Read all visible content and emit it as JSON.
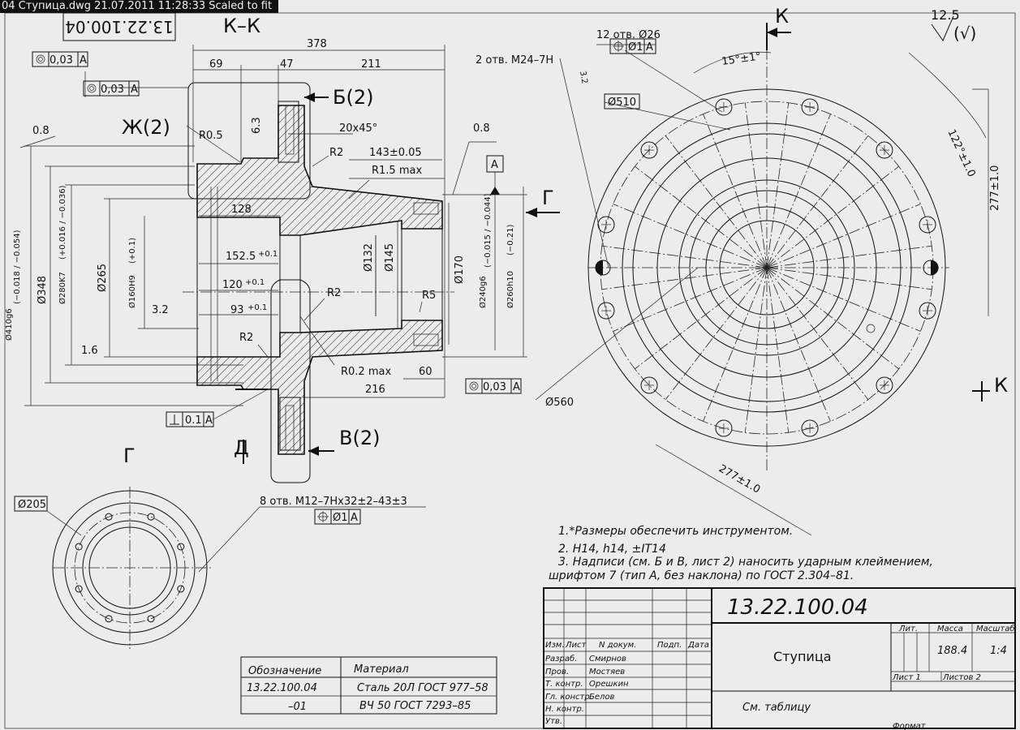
{
  "header": {
    "file_label": "04 Ступица.dwg  21.07.2011 11:28:33  Scaled to fit"
  },
  "stamp_top_left": "13.22.100.04",
  "section": {
    "kk": "К–К",
    "b": "Б(2)",
    "zh": "Ж(2)",
    "v": "В(2)",
    "d": "Д",
    "g": "Г",
    "g_arrow": "Г",
    "k_top": "К",
    "k_bottom": "К"
  },
  "roughness": {
    "main": "12.5",
    "paren": "(√)"
  },
  "tolerance_frames": {
    "f1_value": "0,03",
    "f1_datum": "А",
    "f2_value": "0,03",
    "f2_datum": "А",
    "f3_value": "0,03",
    "f3_datum": "А",
    "f4_value": "0.1",
    "f4_datum": "А",
    "holes12_value": "Ø1",
    "holes12_datum": "А",
    "holes8_value": "Ø1",
    "holes8_datum": "А"
  },
  "datum_a": "А",
  "dims": {
    "d378": "378",
    "d69": "69",
    "d47": "47",
    "d211": "211",
    "r05": "R0.5",
    "d63": "6.3",
    "chamfer": "20x45°",
    "r2a": "R2",
    "d143": "143±0.05",
    "r15": "R1.5 max",
    "d08a": "0.8",
    "d08b": "0.8",
    "d128": "128",
    "d1525": "152.5",
    "tol01a": "+0.1",
    "d120": "120",
    "tol01b": "+0.1",
    "d93": "93",
    "tol01c": "+0.1",
    "r2b": "R2",
    "r2c": "R2",
    "r5": "R5",
    "r02": "R0.2 max",
    "d60": "60",
    "d216": "216",
    "d32": "3.2",
    "d16": "1.6",
    "d32b": "3.2",
    "phi410": "Ø410g6",
    "phi410_tol": "(−0.018 / −0.054)",
    "phi348": "Ø348",
    "phi280": "Ø280K7",
    "phi280_tol": "(+0.016 / −0.036)",
    "phi265": "Ø265",
    "phi160": "Ø160H9",
    "phi160_tol": "(+0.1)",
    "phi132": "Ø132",
    "phi145": "Ø145",
    "phi170": "Ø170",
    "phi240": "Ø240g6",
    "phi240_tol": "(−0.015 / −0.044)",
    "phi260": "Ø260h10",
    "phi260_tol": "(−0.21)",
    "holes12": "12 отв. Ø26",
    "phi510": "Ø510",
    "angle15": "15°±1°",
    "d122": "122°±1.0",
    "d277a": "277±1.0",
    "d277b": "277±1.0",
    "phi560": "Ø560",
    "holes2": "2 отв. М24–7Н",
    "d32c": "3.2",
    "phi205": "Ø205",
    "holes8": "8 отв. М12–7Нх32±2–43±3"
  },
  "notes": [
    "1.*Размеры обеспечить инструментом.",
    "2. Н14, h14, ±IT14",
    "3. Надписи (см. Б и В, лист 2) наносить ударным клеймением,",
    "шрифтом 7 (тип А, без наклона) по ГОСТ 2.304–81."
  ],
  "material_table": {
    "headers": [
      "Обозначение",
      "Материал"
    ],
    "rows": [
      [
        "13.22.100.04",
        "Сталь 20Л ГОСТ 977–58"
      ],
      [
        "–01",
        "ВЧ 50 ГОСТ 7293–85"
      ]
    ]
  },
  "title_block": {
    "code": "13.22.100.04",
    "name": "Ступица",
    "material": "См. таблицу",
    "lit_header": "Лит.",
    "mass_header": "Масса",
    "scale_header": "Масштаб",
    "mass": "188.4",
    "scale": "1:4",
    "sheet": "Лист  1",
    "sheets": "Листов  2",
    "format": "Формат",
    "col_headers": [
      "Изм.",
      "Лист",
      "N докум.",
      "Подп.",
      "Дата"
    ],
    "roles": [
      "Разраб.",
      "Пров.",
      "Т. контр.",
      "Гл. констр.",
      "Н. контр.",
      "Утв."
    ],
    "names": [
      "Смирнов",
      "Мостяев",
      "Орешкин",
      "Белов",
      "",
      ""
    ]
  }
}
